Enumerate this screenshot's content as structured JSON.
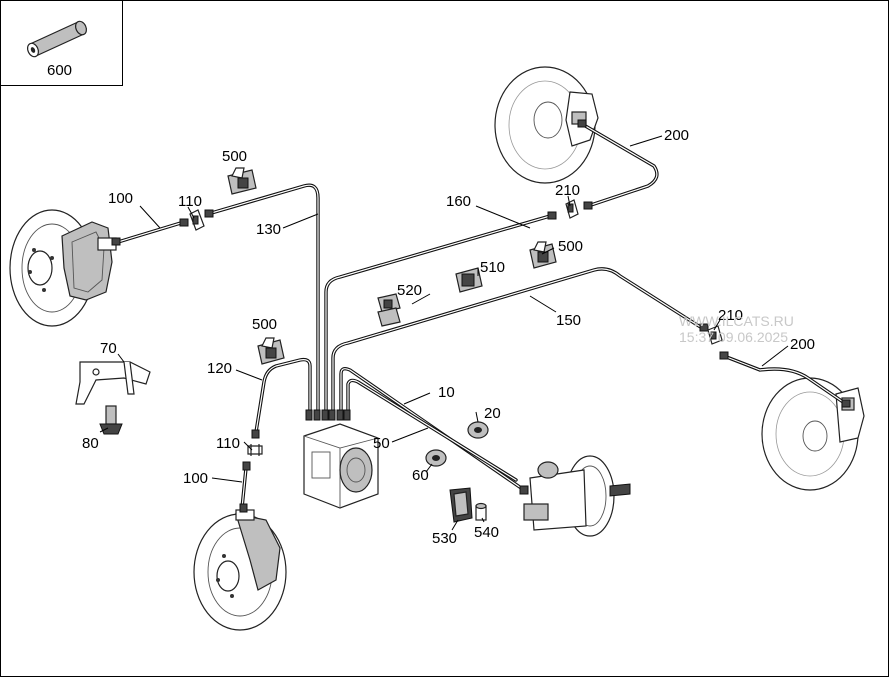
{
  "labels": {
    "p600": "600",
    "p500a": "500",
    "p500b": "500",
    "p500c": "500",
    "p100a": "100",
    "p100b": "100",
    "p110a": "110",
    "p110b": "110",
    "p130": "130",
    "p160": "160",
    "p200a": "200",
    "p200b": "200",
    "p210a": "210",
    "p210b": "210",
    "p520": "520",
    "p510": "510",
    "p150": "150",
    "p70": "70",
    "p80": "80",
    "p120": "120",
    "p10": "10",
    "p20": "20",
    "p50": "50",
    "p60": "60",
    "p530": "530",
    "p540": "540"
  },
  "watermark": {
    "line1": "WWW.ILCATS.RU",
    "line2": "15:37 09.06.2025"
  }
}
